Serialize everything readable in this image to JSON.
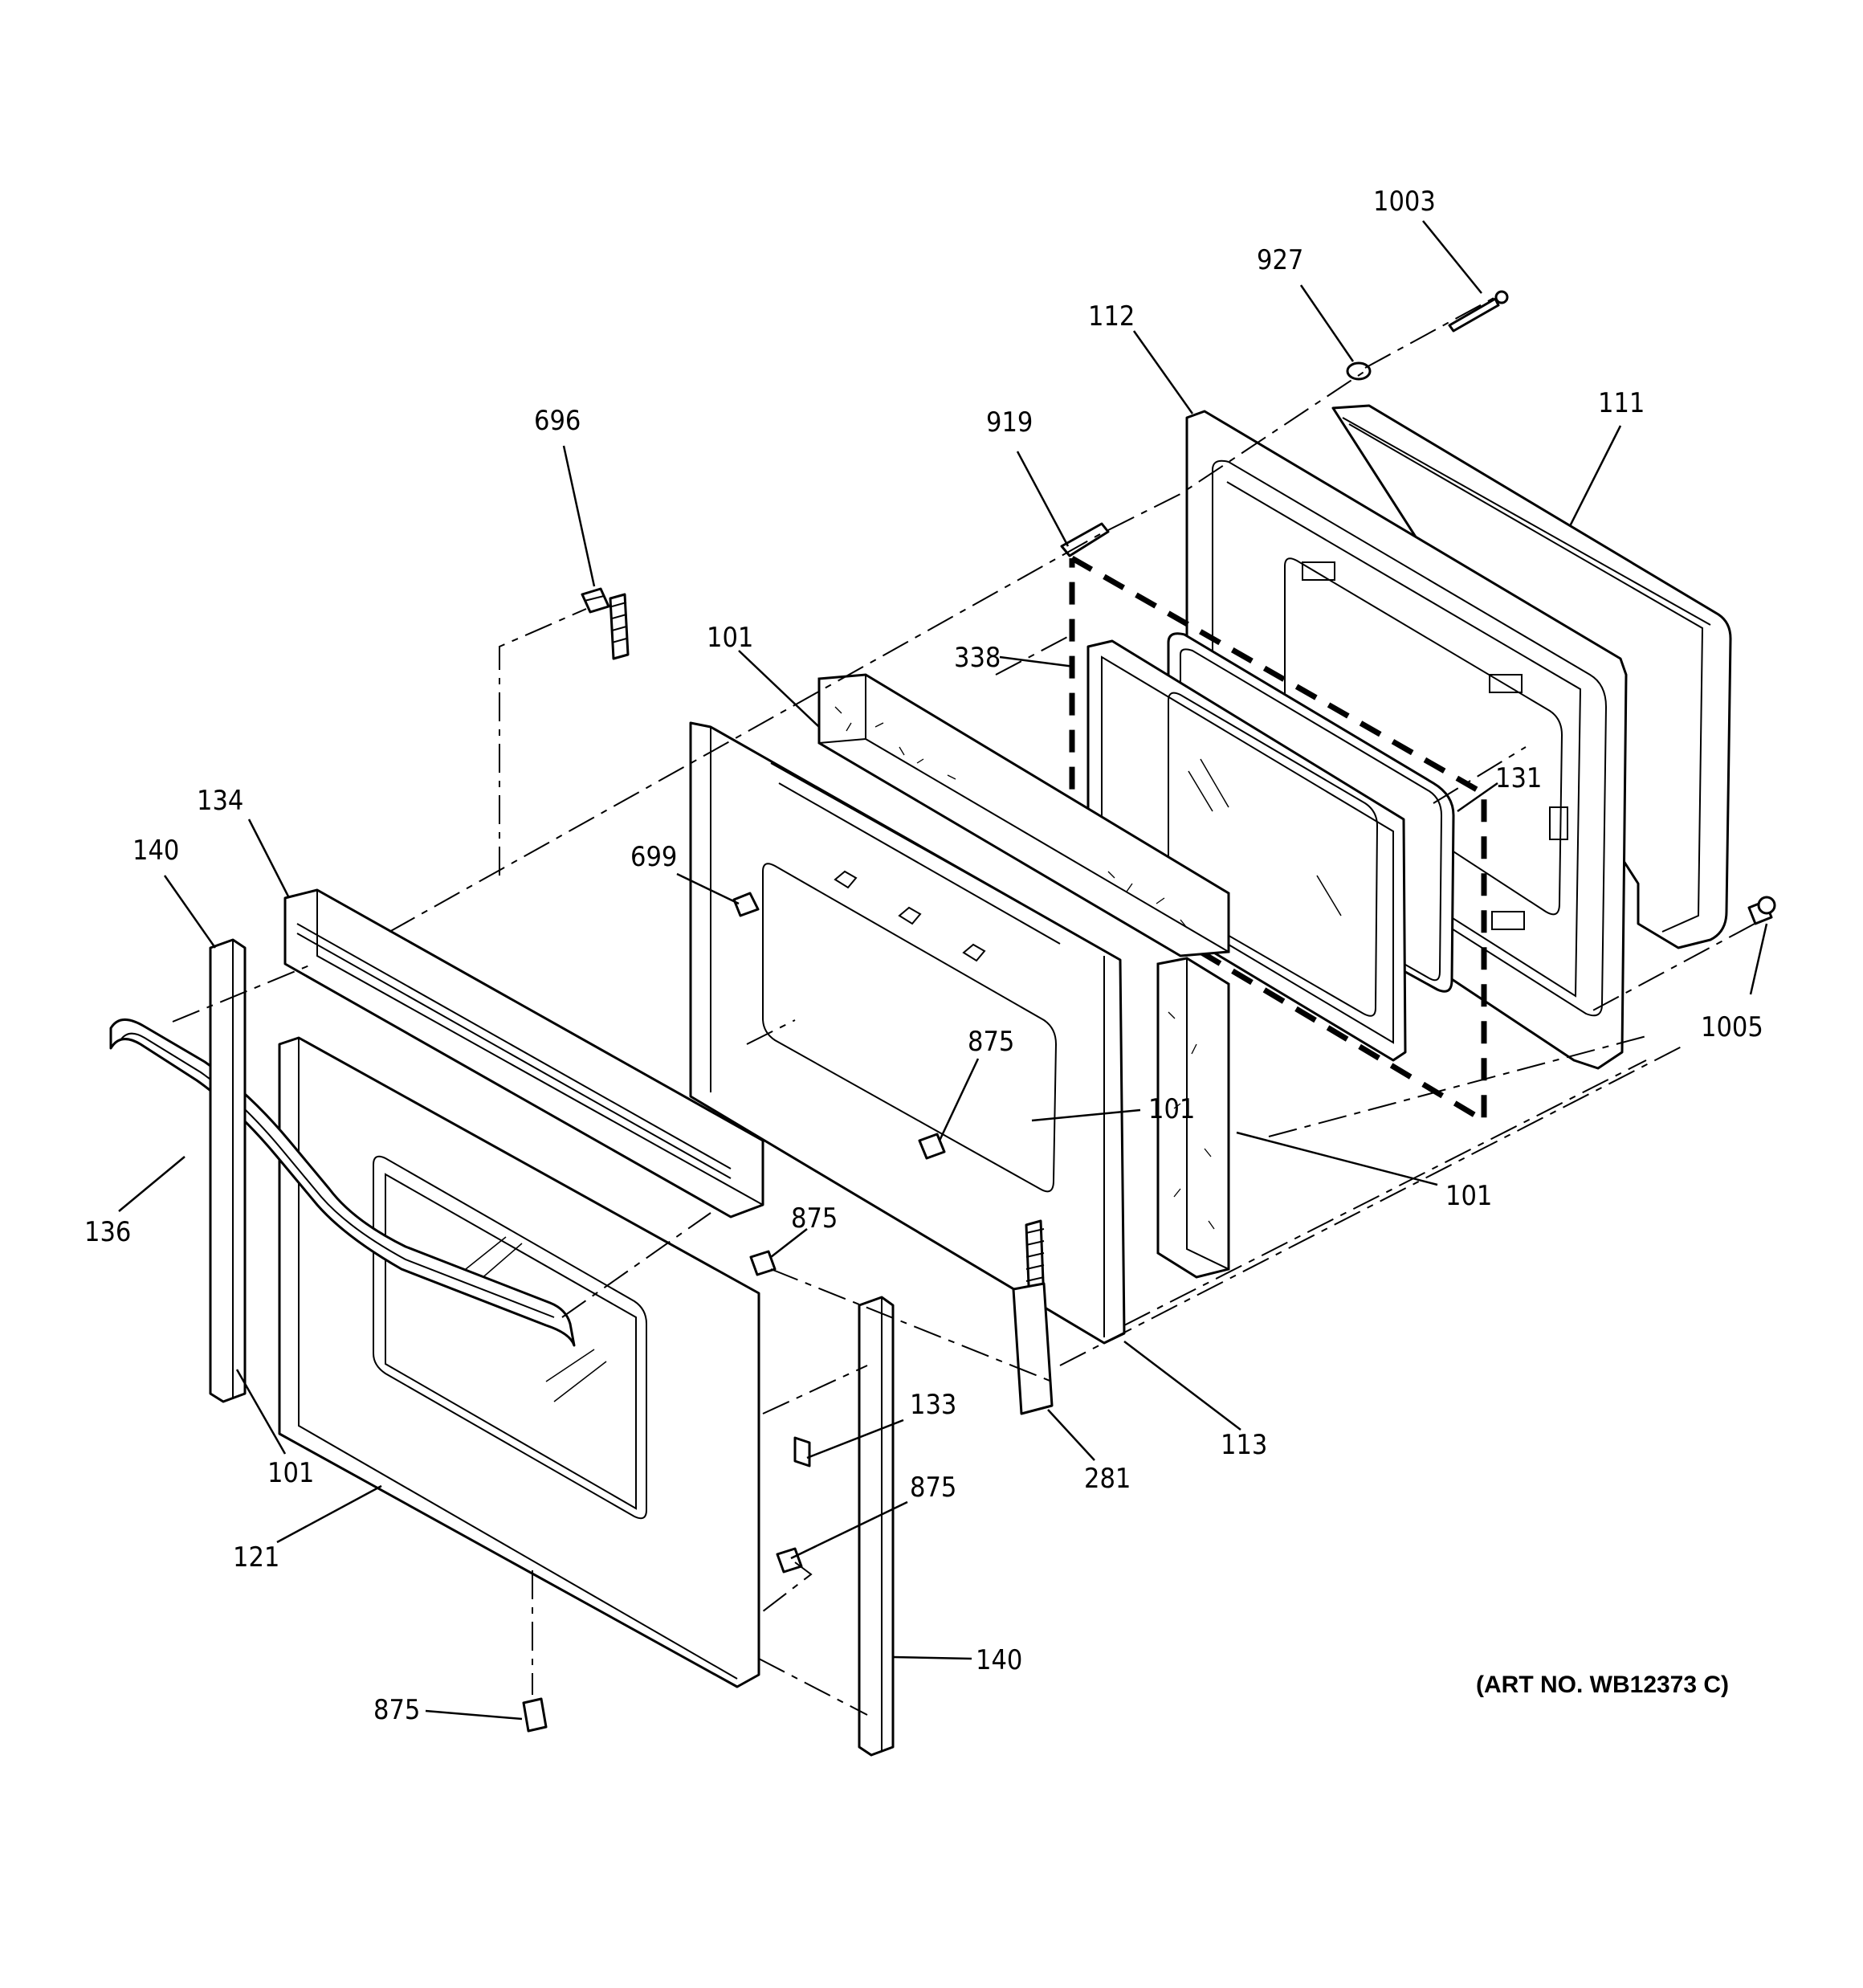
{
  "diagram": {
    "art_number": "(ART NO. WB12373 C)",
    "callouts": [
      {
        "id": "c1003",
        "text": "1003"
      },
      {
        "id": "c927",
        "text": "927"
      },
      {
        "id": "c112",
        "text": "112"
      },
      {
        "id": "c111",
        "text": "111"
      },
      {
        "id": "c919",
        "text": "919"
      },
      {
        "id": "c696",
        "text": "696"
      },
      {
        "id": "c338",
        "text": "338"
      },
      {
        "id": "c101a",
        "text": "101"
      },
      {
        "id": "c131",
        "text": "131"
      },
      {
        "id": "c134",
        "text": "134"
      },
      {
        "id": "c140a",
        "text": "140"
      },
      {
        "id": "c699",
        "text": "699"
      },
      {
        "id": "c875a",
        "text": "875"
      },
      {
        "id": "c101b",
        "text": "101"
      },
      {
        "id": "c1005",
        "text": "1005"
      },
      {
        "id": "c101c",
        "text": "101"
      },
      {
        "id": "c136",
        "text": "136"
      },
      {
        "id": "c875b",
        "text": "875"
      },
      {
        "id": "c133",
        "text": "133"
      },
      {
        "id": "c113",
        "text": "113"
      },
      {
        "id": "c101d",
        "text": "101"
      },
      {
        "id": "c281",
        "text": "281"
      },
      {
        "id": "c875c",
        "text": "875"
      },
      {
        "id": "c121",
        "text": "121"
      },
      {
        "id": "c140b",
        "text": "140"
      },
      {
        "id": "c875d",
        "text": "875"
      }
    ]
  }
}
